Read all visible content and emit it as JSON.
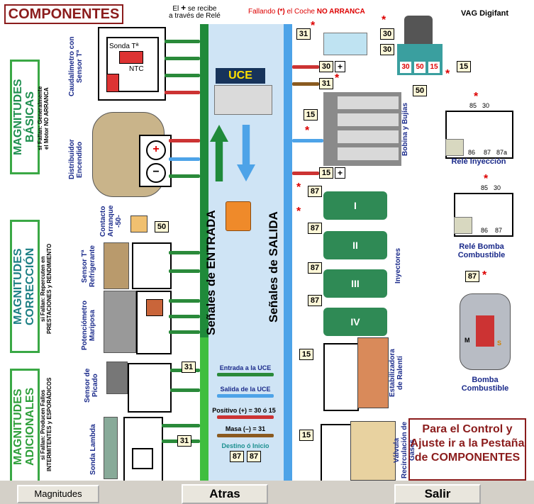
{
  "header": {
    "title": "COMPONENTES",
    "system": "VAG Digifant"
  },
  "notes": {
    "relay_line1": "El",
    "relay_line2": "se recibe",
    "relay_line3": "a través de Relé",
    "fail_prefix": "Fallando",
    "fail_star": "(*)",
    "fail_mid": "el Coche",
    "fail_bold": "NO ARRANCA"
  },
  "sections": {
    "basic": {
      "title": "MAGNITUDES",
      "title2": "BÁSICAS",
      "sub_prefix": "si Fallan:",
      "sub_text": "Generalmente",
      "sub_text2": "el Motor",
      "sub_bold": "NO ARRANCA"
    },
    "correction": {
      "title": "MAGNITUDES",
      "title2": "CORRECCIÓN",
      "sub_prefix": "si Fallan:",
      "sub_text": "Repercuten en",
      "sub_bold": "PRESTACIONES y RENDIMIENTO"
    },
    "additional": {
      "title": "MAGNITUDES",
      "title2": "ADICIONALES",
      "sub_prefix": "si Fallan:",
      "sub_text": "Producen Fallos",
      "sub_bold": "INTERMITENTES y ESPORÁDICOS"
    }
  },
  "components_left": {
    "flowmeter": "Caudalímetro con Sensor Tª",
    "flowmeter_sonda": "Sonda Tª",
    "flowmeter_ntc": "NTC",
    "distributor": "Distribuidor Encendido",
    "contact": "Contacto Arranque -50-",
    "coolant": "Sensor Tª Refrigerante",
    "throttle": "Potenciómetro Mariposa",
    "knock": "Sensor de Picado",
    "lambda": "Sonda Lambda"
  },
  "center": {
    "uce": "UCE",
    "input_label": "Señales de ENTRADA",
    "output_label": "Señales de SALIDA"
  },
  "legend": {
    "entrada": "Entrada a la UCE",
    "salida": "Salida de la UCE",
    "positivo": "Positivo (+) = 30 ó 15",
    "masa": "Masa (–) = 31",
    "destino": "Destino ó Inicio",
    "tag_a": "87",
    "tag_b": "87"
  },
  "tags": {
    "t31a": "31",
    "t30a": "30",
    "t30b": "30",
    "t30c": "30",
    "t50a": "50",
    "t15a": "15",
    "t15b": "15",
    "t50b": "50",
    "t30uce": "30",
    "t31uce": "31",
    "t15coil": "15",
    "t15uce": "15",
    "t87i1": "87",
    "t87i2": "87",
    "t87i3": "87",
    "t87i4": "87",
    "t50contact": "50",
    "t31knock": "31",
    "t31lambda": "31",
    "t15idle": "15",
    "t15recirc": "15",
    "t87pump": "87",
    "plus": "+"
  },
  "components_right": {
    "coil": "Bobina y Bujías",
    "injectors": "Inyectores",
    "inj_nums": [
      "I",
      "II",
      "III",
      "IV"
    ],
    "idle": "Estabilizadora de Ralentí",
    "recirc": "Válvula Recirculación de Gases",
    "relay_inj": "Relé Inyección",
    "relay_inj_pins": {
      "p85": "85",
      "p30": "30",
      "p86": "86",
      "p87": "87",
      "p87a": "87a"
    },
    "relay_pump": "Relé Bomba Combustible",
    "relay_pump_pins": {
      "p85": "85",
      "p30": "30",
      "p86": "86",
      "p87": "87"
    },
    "pump": "Bomba Combustible",
    "pump_m": "M",
    "pump_s": "S",
    "ignition_pos": {
      "p30": "30",
      "p50": "50",
      "p15": "15"
    }
  },
  "control_note": "Para el Control y Ajuste ir a la Pestaña de COMPONENTES",
  "bottom": {
    "magnitudes": "Magnitudes",
    "back": "Atras",
    "exit": "Salir"
  },
  "colors": {
    "input_bus": "#1f8a3a",
    "output_bus": "#4da3e8",
    "center_bg": "#cfe4f5",
    "alert": "#dd0000",
    "title_red": "#8b1c1c"
  }
}
